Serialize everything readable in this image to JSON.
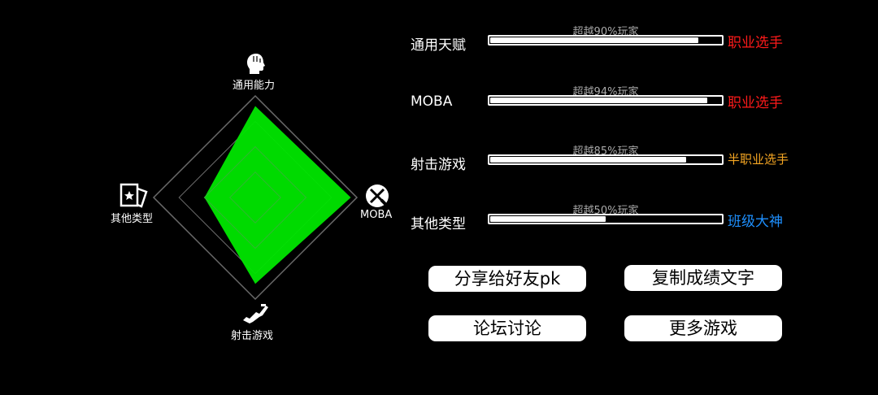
{
  "radar": {
    "axes": [
      {
        "key": "top",
        "label": "通用能力",
        "icon": "head-icon"
      },
      {
        "key": "right",
        "label": "MOBA",
        "icon": "crossed-swords-icon"
      },
      {
        "key": "bottom",
        "label": "射击游戏",
        "icon": "gun-icon"
      },
      {
        "key": "left",
        "label": "其他类型",
        "icon": "card-icon"
      }
    ],
    "values": {
      "top": 0.9,
      "right": 0.94,
      "bottom": 0.85,
      "left": 0.5
    },
    "fill_color": "#00e600",
    "grid_color": "#6b6b6b"
  },
  "stats": [
    {
      "name": "通用天赋",
      "percent_text": "超越90%玩家",
      "percent": 0.9,
      "level": "职业选手",
      "level_color": "#ff1a1a"
    },
    {
      "name": "MOBA",
      "percent_text": "超越94%玩家",
      "percent": 0.94,
      "level": "职业选手",
      "level_color": "#ff1a1a"
    },
    {
      "name": "射击游戏",
      "percent_text": "超越85%玩家",
      "percent": 0.85,
      "level": "半职业选手",
      "level_color": "#f5a623"
    },
    {
      "name": "其他类型",
      "percent_text": "超越50%玩家",
      "percent": 0.5,
      "level": "班级大神",
      "level_color": "#1e90ff"
    }
  ],
  "buttons": {
    "share": "分享给好友pk",
    "copy": "复制成绩文字",
    "forum": "论坛讨论",
    "more_games": "更多游戏"
  }
}
